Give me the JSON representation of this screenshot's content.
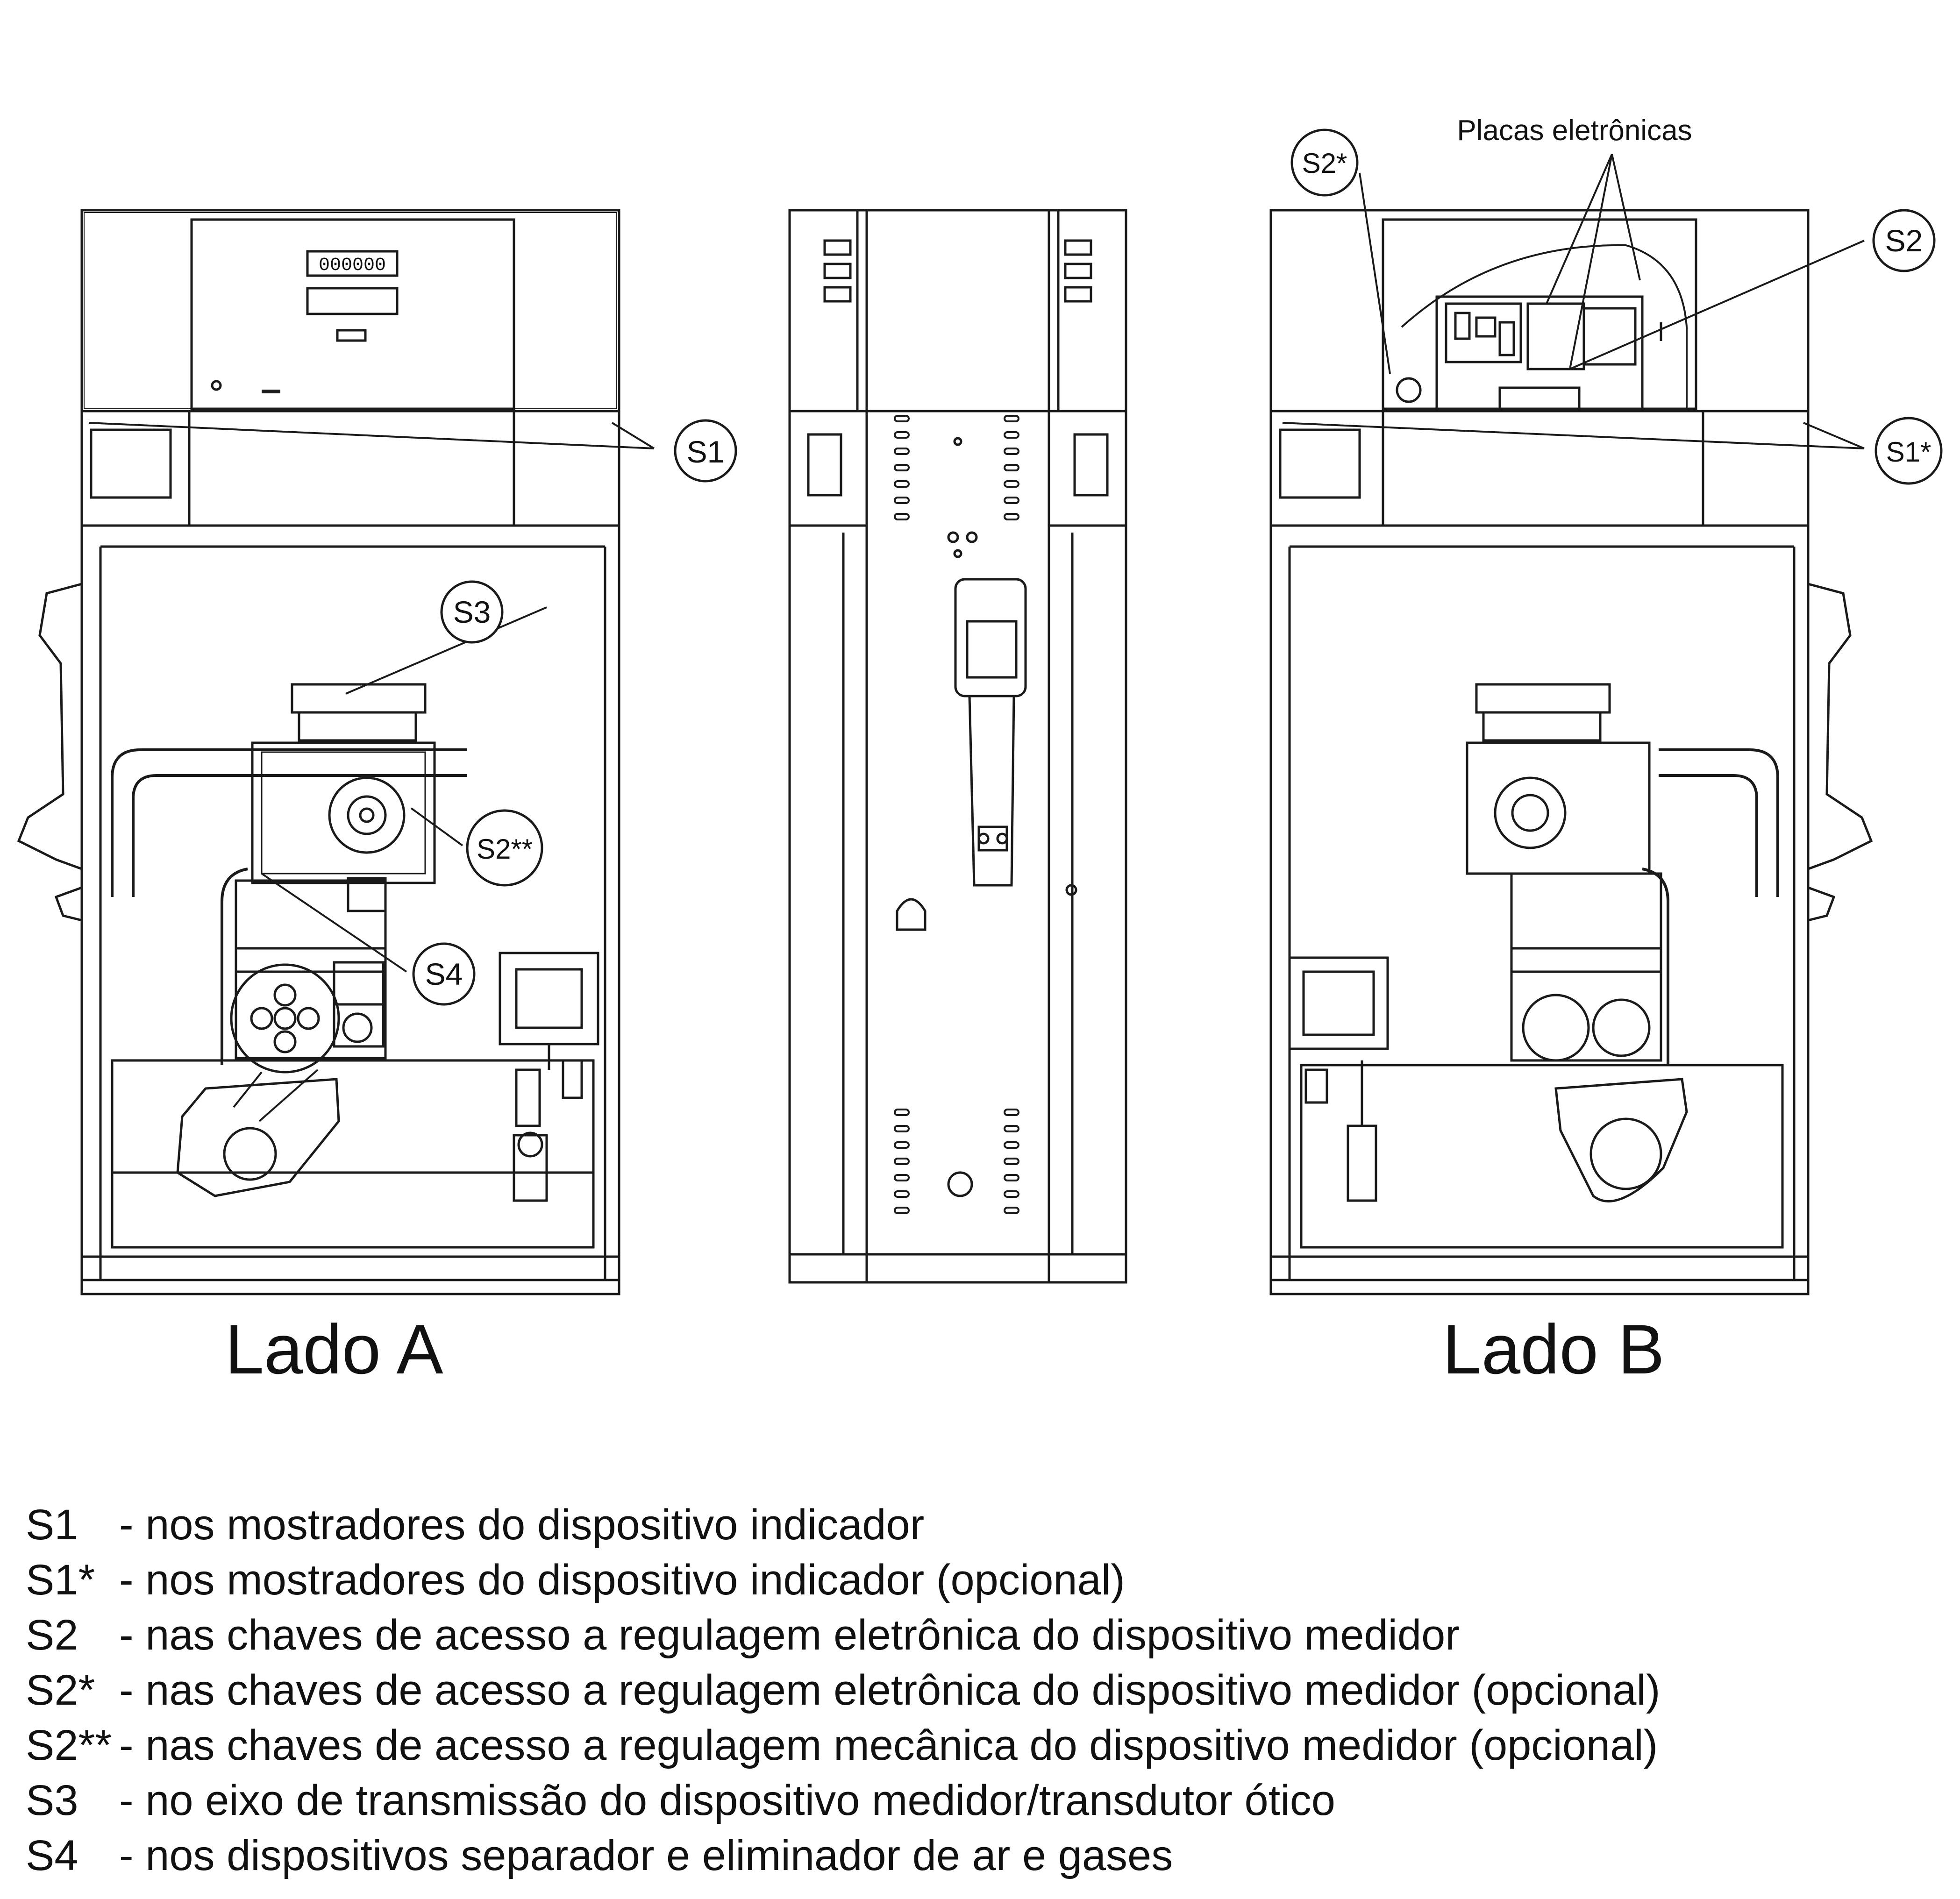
{
  "callouts": {
    "s1": "S1",
    "s1_star": "S1*",
    "s2": "S2",
    "s2_star": "S2*",
    "s2_double_star": "S2**",
    "s3": "S3",
    "s4": "S4"
  },
  "labels": {
    "placas": "Placas eletrônicas",
    "side_a": "Lado A",
    "side_b": "Lado B",
    "display_counter": "000000"
  },
  "legend": [
    {
      "code": "S1",
      "desc": "- nos mostradores do dispositivo indicador"
    },
    {
      "code": "S1*",
      "desc": "- nos mostradores do dispositivo indicador (opcional)"
    },
    {
      "code": "S2",
      "desc": "- nas chaves de acesso a regulagem eletrônica do dispositivo medidor"
    },
    {
      "code": "S2*",
      "desc": "- nas chaves de acesso a regulagem eletrônica do dispositivo medidor (opcional)"
    },
    {
      "code": "S2**",
      "desc": "- nas chaves de acesso a regulagem mecânica do dispositivo medidor (opcional)"
    },
    {
      "code": "S3",
      "desc": "- no eixo de transmissão do dispositivo medidor/transdutor ótico"
    },
    {
      "code": "S4",
      "desc": "- nos dispositivos separador e eliminador de ar e gases"
    }
  ],
  "colors": {
    "line": "#1a1a1a",
    "background": "#ffffff"
  }
}
